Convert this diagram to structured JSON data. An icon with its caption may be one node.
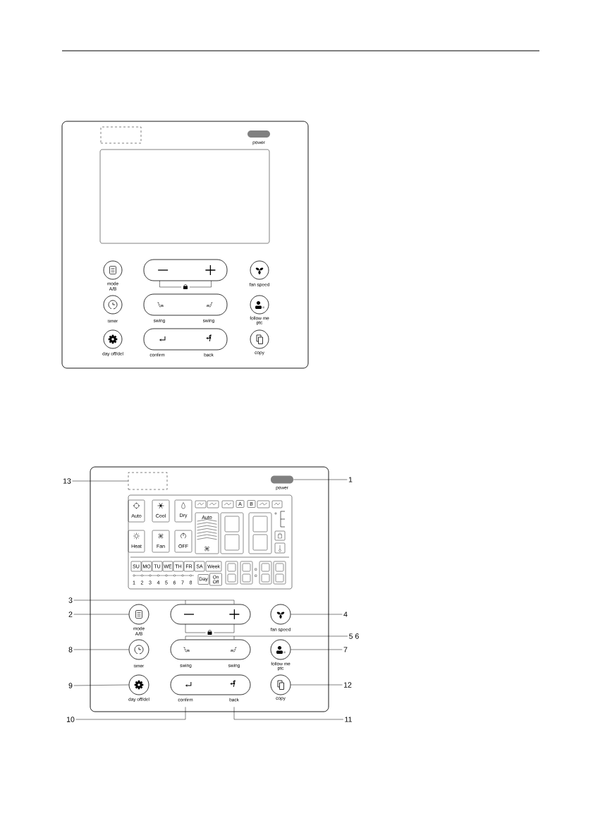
{
  "diagram": {
    "nodes": [
      {
        "text": [],
        "shape": "box"
      },
      {
        "text": [],
        "shape": "box",
        "in": 0
      },
      {
        "text": [],
        "shape": "box",
        "in": 0,
        "beside": [
          "power"
        ]
      },
      {
        "text": [],
        "shape": "box",
        "in": 0
      },
      {
        "text": [],
        "shape": "circle",
        "in": 0,
        "beside": [
          "mode",
          "A/B"
        ]
      },
      {
        "text": [],
        "shape": "box",
        "in": 0
      },
      {
        "text": [],
        "shape": "circle",
        "in": 0,
        "beside": [
          "fan speed"
        ]
      },
      {
        "text": [],
        "shape": "circle",
        "in": 0,
        "beside": [
          "timer"
        ]
      },
      {
        "text": [],
        "shape": "box",
        "in": 0,
        "beside": [
          "swing",
          "swing"
        ]
      },
      {
        "text": [],
        "shape": "circle",
        "in": 0,
        "beside": [
          "follow me",
          "ptc"
        ]
      },
      {
        "text": [],
        "shape": "circle",
        "in": 0,
        "beside": [
          "day off/del"
        ]
      },
      {
        "text": [],
        "shape": "box",
        "in": 0,
        "beside": [
          "confirm",
          "back"
        ]
      },
      {
        "text": [],
        "shape": "circle",
        "in": 0,
        "beside": [
          "copy"
        ]
      },
      {
        "text": [],
        "shape": "box"
      },
      {
        "text": [],
        "shape": "box",
        "in": 13
      },
      {
        "text": [],
        "shape": "box",
        "in": 13,
        "beside": [
          "power"
        ]
      },
      {
        "text": [],
        "shape": "box",
        "in": 13
      },
      {
        "text": [
          "Auto"
        ],
        "in": 16
      },
      {
        "text": [
          "Cool"
        ],
        "in": 16
      },
      {
        "text": [
          "Dry"
        ],
        "in": 16
      },
      {
        "text": [
          "Auto"
        ],
        "in": 16
      },
      {
        "text": [
          "A"
        ],
        "in": 16
      },
      {
        "text": [
          "B"
        ],
        "in": 16
      },
      {
        "text": [
          "Heat"
        ],
        "in": 16
      },
      {
        "text": [
          "Fan"
        ],
        "in": 16
      },
      {
        "text": [
          "OFF"
        ],
        "in": 16
      },
      {
        "text": [
          "SU"
        ],
        "in": 16
      },
      {
        "text": [
          "MO"
        ],
        "in": 16
      },
      {
        "text": [
          "TU"
        ],
        "in": 16
      },
      {
        "text": [
          "WE"
        ],
        "in": 16
      },
      {
        "text": [
          "TH"
        ],
        "in": 16
      },
      {
        "text": [
          "FR"
        ],
        "in": 16
      },
      {
        "text": [
          "SA"
        ],
        "in": 16
      },
      {
        "text": [
          "Week"
        ],
        "in": 16
      },
      {
        "text": [
          "Day"
        ],
        "in": 16
      },
      {
        "text": [
          "On",
          "Off"
        ],
        "in": 16
      },
      {
        "text": [],
        "shape": "circle",
        "in": 13,
        "beside": [
          "mode",
          "A/B"
        ]
      },
      {
        "text": [],
        "shape": "box",
        "in": 13
      },
      {
        "text": [],
        "shape": "circle",
        "in": 13,
        "beside": [
          "fan speed"
        ]
      },
      {
        "text": [],
        "shape": "circle",
        "in": 13,
        "beside": [
          "timer"
        ]
      },
      {
        "text": [],
        "shape": "box",
        "in": 13,
        "beside": [
          "swing",
          "swing"
        ]
      },
      {
        "text": [],
        "shape": "circle",
        "in": 13,
        "beside": [
          "follow me",
          "ptc"
        ]
      },
      {
        "text": [],
        "shape": "circle",
        "in": 13,
        "beside": [
          "day off/del"
        ]
      },
      {
        "text": [],
        "shape": "box",
        "in": 13,
        "beside": [
          "confirm",
          "back"
        ]
      },
      {
        "text": [],
        "shape": "circle",
        "in": 13,
        "beside": [
          "copy"
        ]
      },
      {
        "text": [
          "13"
        ]
      },
      {
        "text": [
          "1"
        ]
      },
      {
        "text": [
          "3"
        ]
      },
      {
        "text": [
          "2"
        ]
      },
      {
        "text": [
          "4"
        ]
      },
      {
        "text": [
          "5 6"
        ]
      },
      {
        "text": [
          "8"
        ]
      },
      {
        "text": [
          "7"
        ]
      },
      {
        "text": [
          "9"
        ]
      },
      {
        "text": [
          "12"
        ]
      },
      {
        "text": [
          "10"
        ]
      },
      {
        "text": [
          "11"
        ]
      }
    ],
    "edges": [
      {
        "from": 45,
        "to": 14,
        "arrow": "none"
      },
      {
        "from": 46,
        "to": 15,
        "arrow": "none"
      },
      {
        "from": 47,
        "to": 37,
        "arrow": "none"
      },
      {
        "from": 48,
        "to": 36,
        "arrow": "none"
      },
      {
        "from": 49,
        "to": 38,
        "arrow": "none"
      },
      {
        "from": 50,
        "to": 40,
        "arrow": "none"
      },
      {
        "from": 51,
        "to": 39,
        "arrow": "none"
      },
      {
        "from": 52,
        "to": 41,
        "arrow": "none"
      },
      {
        "from": 53,
        "to": 42,
        "arrow": "none"
      },
      {
        "from": 54,
        "to": 44,
        "arrow": "none"
      },
      {
        "from": 55,
        "to": 43,
        "arrow": "none"
      },
      {
        "from": 56,
        "to": 43,
        "arrow": "none"
      }
    ],
    "labels": [
      "1",
      "2",
      "3",
      "4",
      "5",
      "6",
      "7",
      "8"
    ]
  }
}
